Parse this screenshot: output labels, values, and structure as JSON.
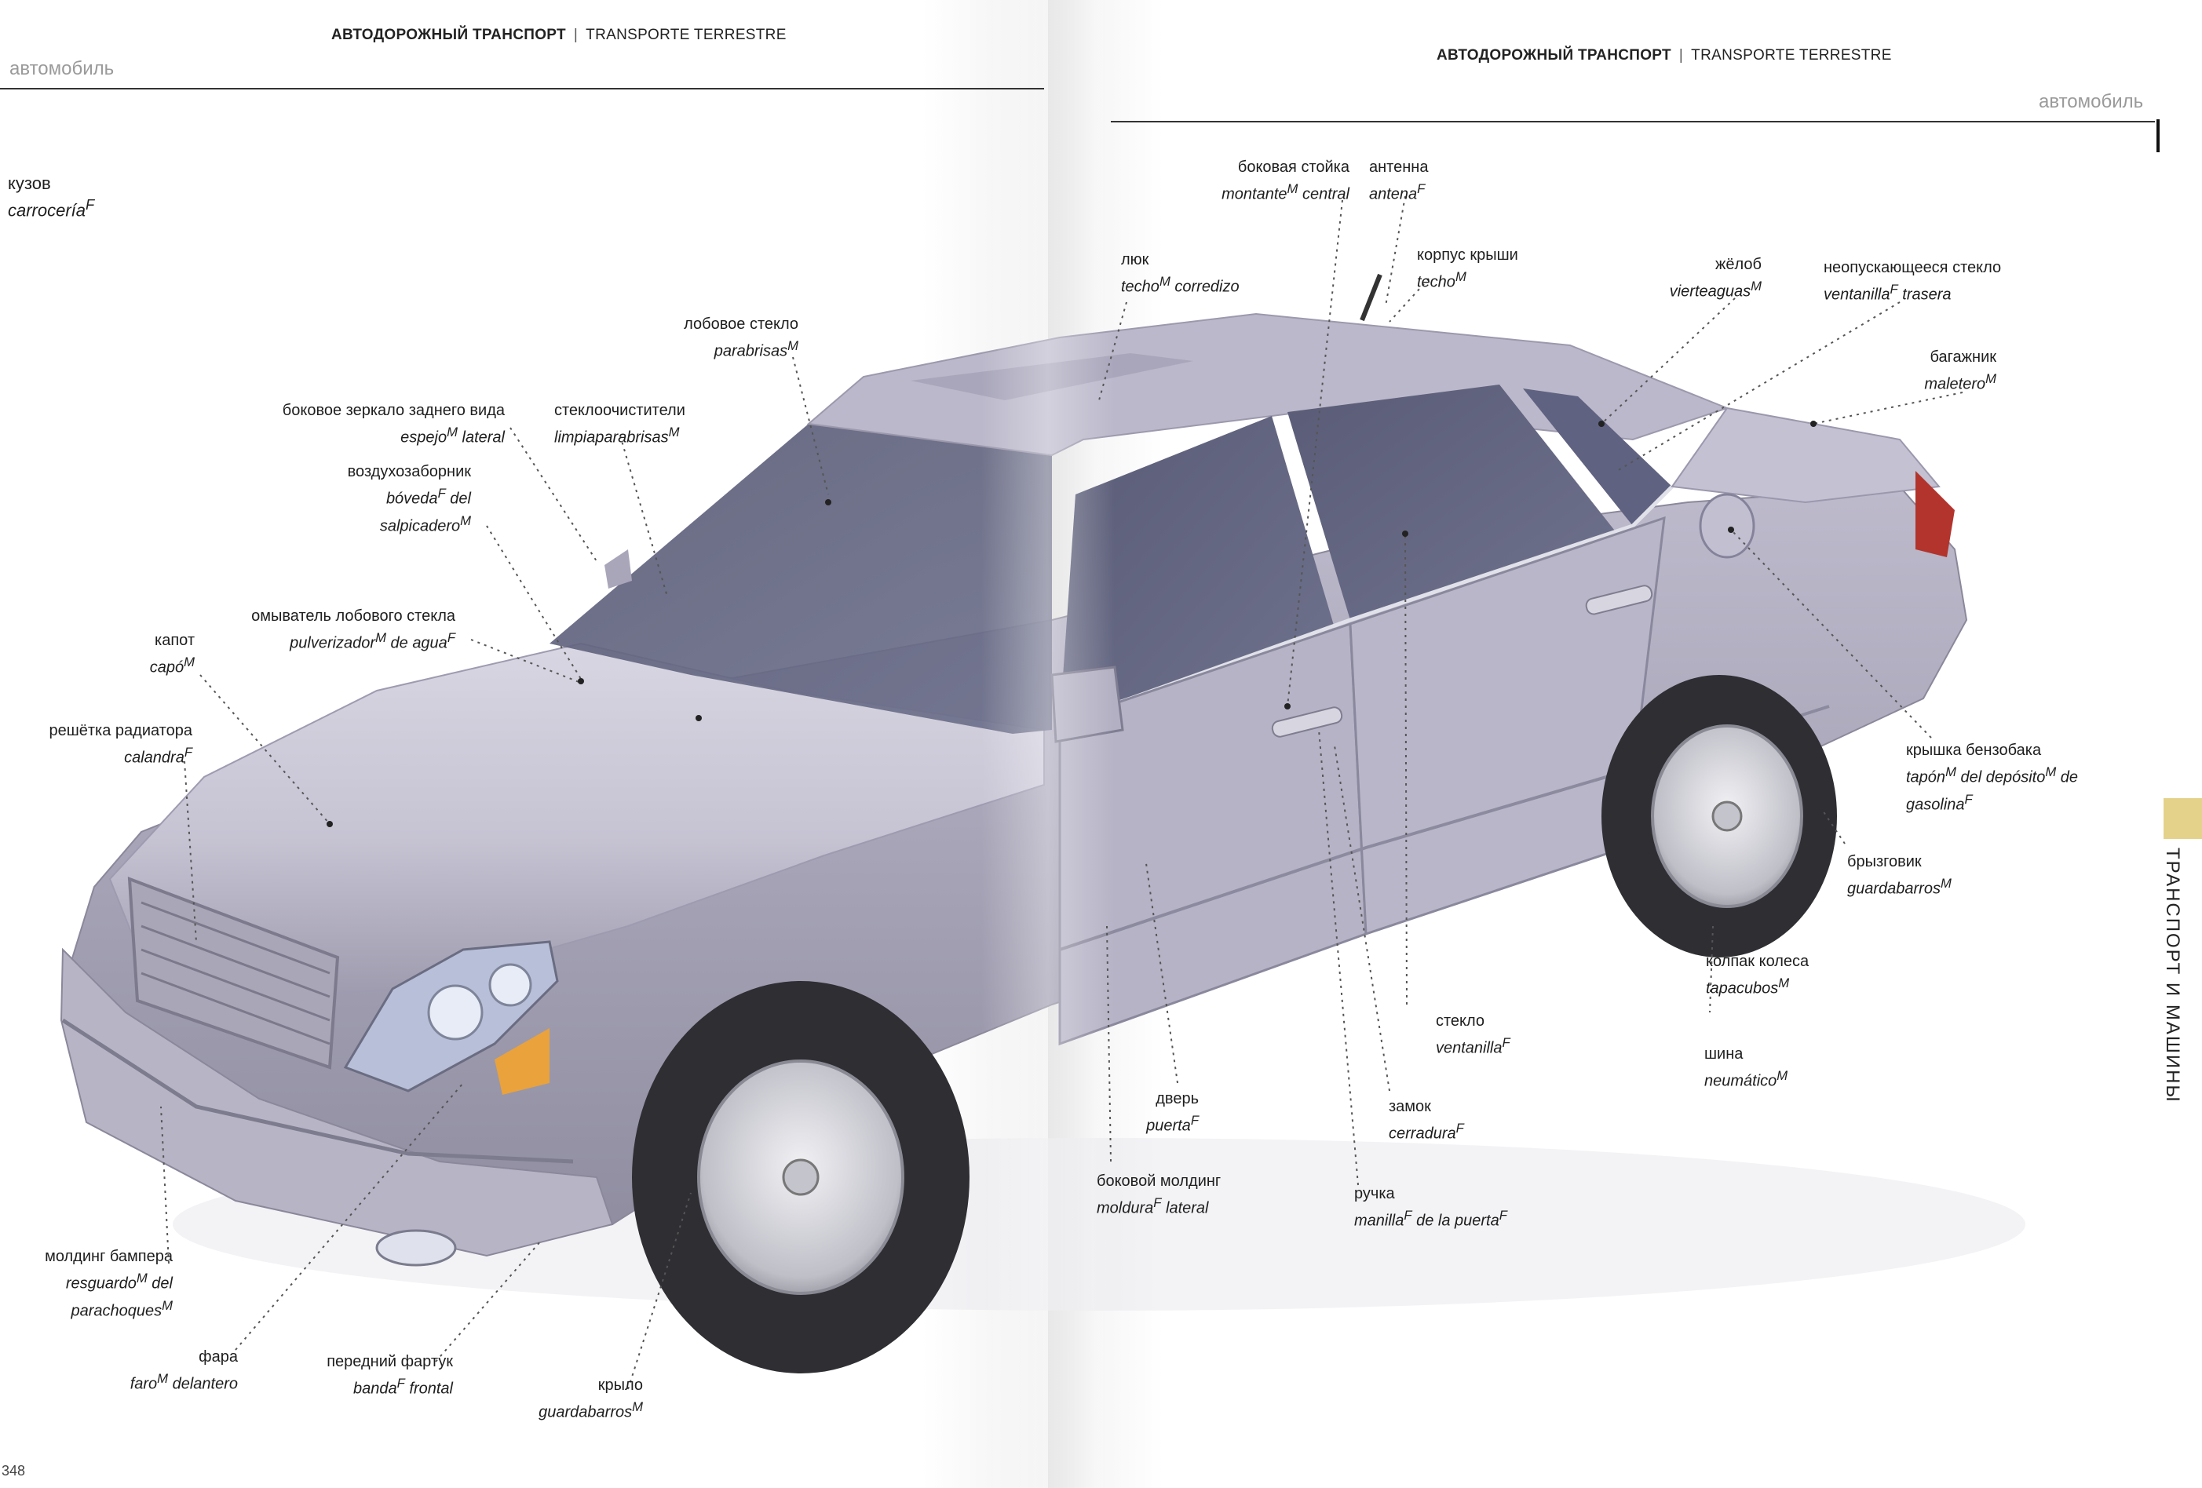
{
  "left_page": {
    "header_ru": "АВТОДОРОЖНЫЙ ТРАНСПОРТ",
    "header_es": "TRANSPORTE TERRESTRE",
    "section": "автомобиль",
    "page_number": "348",
    "title": {
      "ru": "кузов",
      "es": "carrocería",
      "es_sup": "F"
    }
  },
  "right_page": {
    "header_ru": "АВТОДОРОЖНЫЙ ТРАНСПОРТ",
    "header_es": "TRANSPORTE TERRESTRE",
    "section": "автомобиль",
    "vertical_title": "ТРАНСПОРТ И МАШИНЫ"
  },
  "labels": {
    "windshield": {
      "ru": "лобовое стекло",
      "es": "parabrisas",
      "sup": "M"
    },
    "mirror": {
      "ru": "боковое зеркало заднего вида",
      "es": "espejo",
      "sup": "M",
      "es_rest": " lateral"
    },
    "wipers": {
      "ru": "стеклоочистители",
      "es": "limpiaparabrisas",
      "sup": "M"
    },
    "cowl": {
      "ru": "воздухозаборник",
      "es": "bóveda",
      "sup": "F",
      "es_rest": " del",
      "es_line2": "salpicadero",
      "sup2": "M"
    },
    "washer": {
      "ru": "омыватель лобового стекла",
      "es": "pulverizador",
      "sup": "M",
      "es_rest": " de agua",
      "sup_end": "F"
    },
    "hood": {
      "ru": "капот",
      "es": "capó",
      "sup": "M"
    },
    "grille": {
      "ru": "решётка радиатора",
      "es": "calandra",
      "sup": "F"
    },
    "bumper": {
      "ru": "молдинг бампера",
      "es": "resguardo",
      "sup": "M",
      "es_rest": " del",
      "es_line2": "parachoques",
      "sup2": "M"
    },
    "headlight": {
      "ru": "фара",
      "es": "faro",
      "sup": "M",
      "es_rest": " delantero"
    },
    "apron": {
      "ru": "передний фартук",
      "es": "banda",
      "sup": "F",
      "es_rest": " frontal"
    },
    "fender": {
      "ru": "крыло",
      "es": "guardabarros",
      "sup": "M"
    },
    "pillar": {
      "ru": "боковая стойка",
      "es": "montante",
      "sup": "M",
      "es_rest": " central"
    },
    "antenna": {
      "ru": "антенна",
      "es": "antena",
      "sup": "F"
    },
    "sunroof": {
      "ru": "люк",
      "es": "techo",
      "sup": "M",
      "es_rest": " corredizo"
    },
    "roof": {
      "ru": "корпус крыши",
      "es": "techo",
      "sup": "M"
    },
    "drip": {
      "ru": "жёлоб",
      "es": "vierteaguas",
      "sup": "M"
    },
    "quarter": {
      "ru": "неопускающееся стекло",
      "es": "ventanilla",
      "sup": "F",
      "es_rest": " trasera"
    },
    "trunk": {
      "ru": "багажник",
      "es": "maletero",
      "sup": "M"
    },
    "fuelcap": {
      "ru": "крышка бензобака",
      "es": "tapón",
      "sup": "M",
      "es_rest": " del depósito",
      "sup_mid": "M",
      "es_rest2": " de",
      "es_line2": "gasolina",
      "sup2": "F"
    },
    "mudflap": {
      "ru": "брызговик",
      "es": "guardabarros",
      "sup": "M"
    },
    "hubcap": {
      "ru": "колпак колеса",
      "es": "tapacubos",
      "sup": "M"
    },
    "tire": {
      "ru": "шина",
      "es": "neumático",
      "sup": "M"
    },
    "window": {
      "ru": "стекло",
      "es": "ventanilla",
      "sup": "F"
    },
    "lock": {
      "ru": "замок",
      "es": "cerradura",
      "sup": "F"
    },
    "handle": {
      "ru": "ручка",
      "es": "manilla",
      "sup": "F",
      "es_rest": " de la puerta",
      "sup_end": "F"
    },
    "door": {
      "ru": "дверь",
      "es": "puerta",
      "sup": "F"
    },
    "molding": {
      "ru": "боковой молдинг",
      "es": "moldura",
      "sup": "F",
      "es_rest": " lateral"
    }
  },
  "colors": {
    "car_body": "#c9c6d6",
    "glass": "#5d5f78",
    "tab": "#e5d28a"
  }
}
